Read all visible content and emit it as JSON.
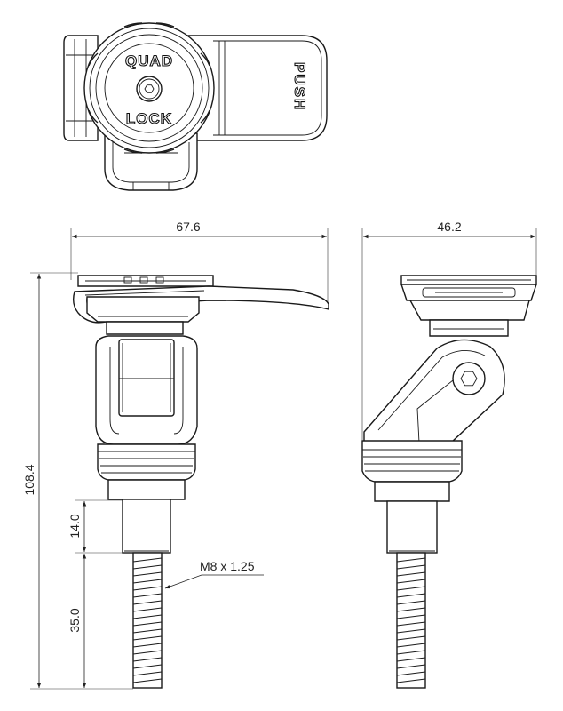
{
  "logo": {
    "line1": "QUAD",
    "line2": "LOCK"
  },
  "lever_label": "PUSH",
  "dimensions": {
    "width_front": "67.6",
    "width_side": "46.2",
    "total_height": "108.4",
    "collar_height": "14.0",
    "thread_length": "35.0",
    "thread_spec": "M8 x 1.25"
  }
}
